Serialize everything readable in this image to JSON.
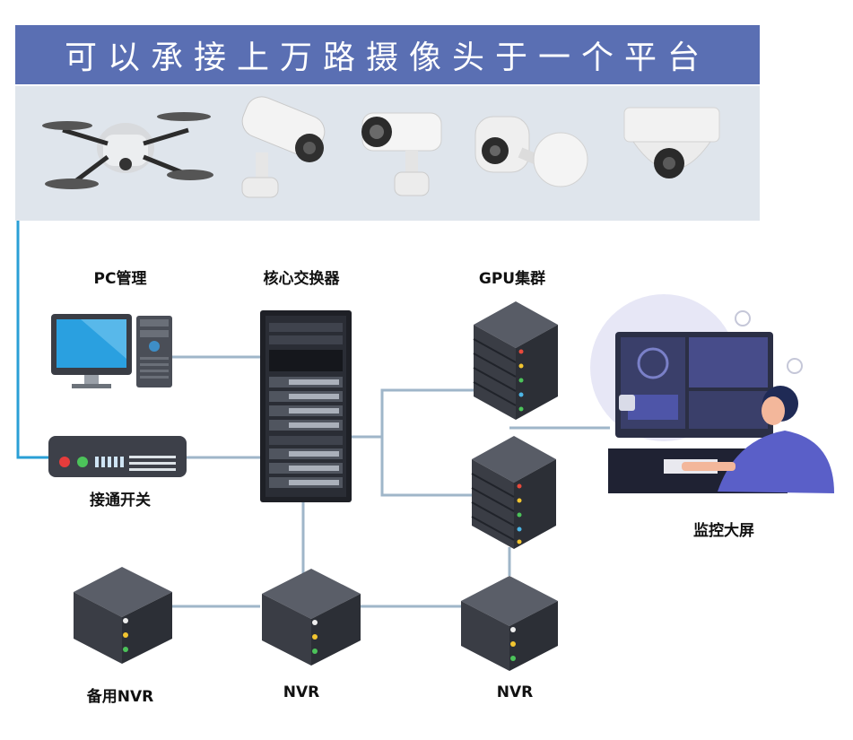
{
  "title": "可以承接上万路摄像头于一个平台",
  "cameras": [
    {
      "name": "drone"
    },
    {
      "name": "bullet-camera-1"
    },
    {
      "name": "bullet-camera-2"
    },
    {
      "name": "wall-camera"
    },
    {
      "name": "dome-camera"
    }
  ],
  "nodes": {
    "pc": {
      "label": "PC管理"
    },
    "core_switch": {
      "label": "核心交换器"
    },
    "gpu_cluster": {
      "label": "GPU集群"
    },
    "access_switch": {
      "label": "接通开关"
    },
    "monitor_wall": {
      "label": "监控大屏"
    },
    "backup_nvr": {
      "label": "备用NVR"
    },
    "nvr1": {
      "label": "NVR"
    },
    "nvr2": {
      "label": "NVR"
    }
  },
  "colors": {
    "banner": "#5a6fb3",
    "panel": "#dfe5ec",
    "link": "#9fb6c9",
    "link_highlight": "#2a9fd6",
    "server": "#3a3d45"
  }
}
